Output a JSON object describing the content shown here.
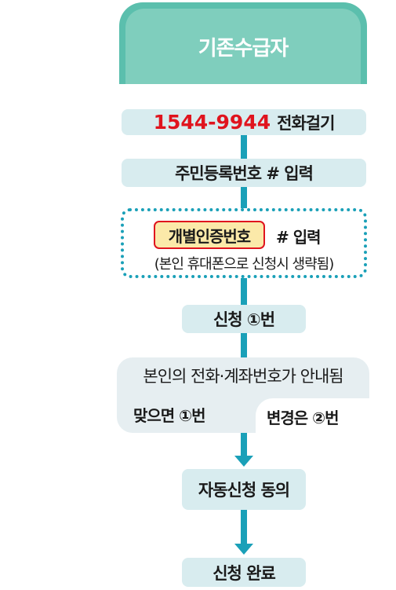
{
  "header": {
    "title": "기존수급자"
  },
  "steps": {
    "call": {
      "number": "1544-9944",
      "label": "전화걸기"
    },
    "resident": {
      "label": "주민등록번호 # 입력"
    },
    "personal": {
      "chip": "개별인증번호",
      "suffix": "# 입력",
      "note": "(본인 휴대폰으로 신청시 생략됨)"
    },
    "apply": {
      "label": "신청 ①번"
    },
    "info": {
      "line": "본인의 전화·계좌번호가 안내됨",
      "match": "맞으면 ①번",
      "change": "변경은 ②번"
    },
    "consent": {
      "label": "자동신청 동의"
    },
    "complete": {
      "label": "신청 완료"
    }
  },
  "colors": {
    "header": "#7fcebd",
    "step": "#d8ecef",
    "connector": "#1aa0b8",
    "phone": "#e0141e",
    "chip_bg": "#fbe9a9"
  }
}
